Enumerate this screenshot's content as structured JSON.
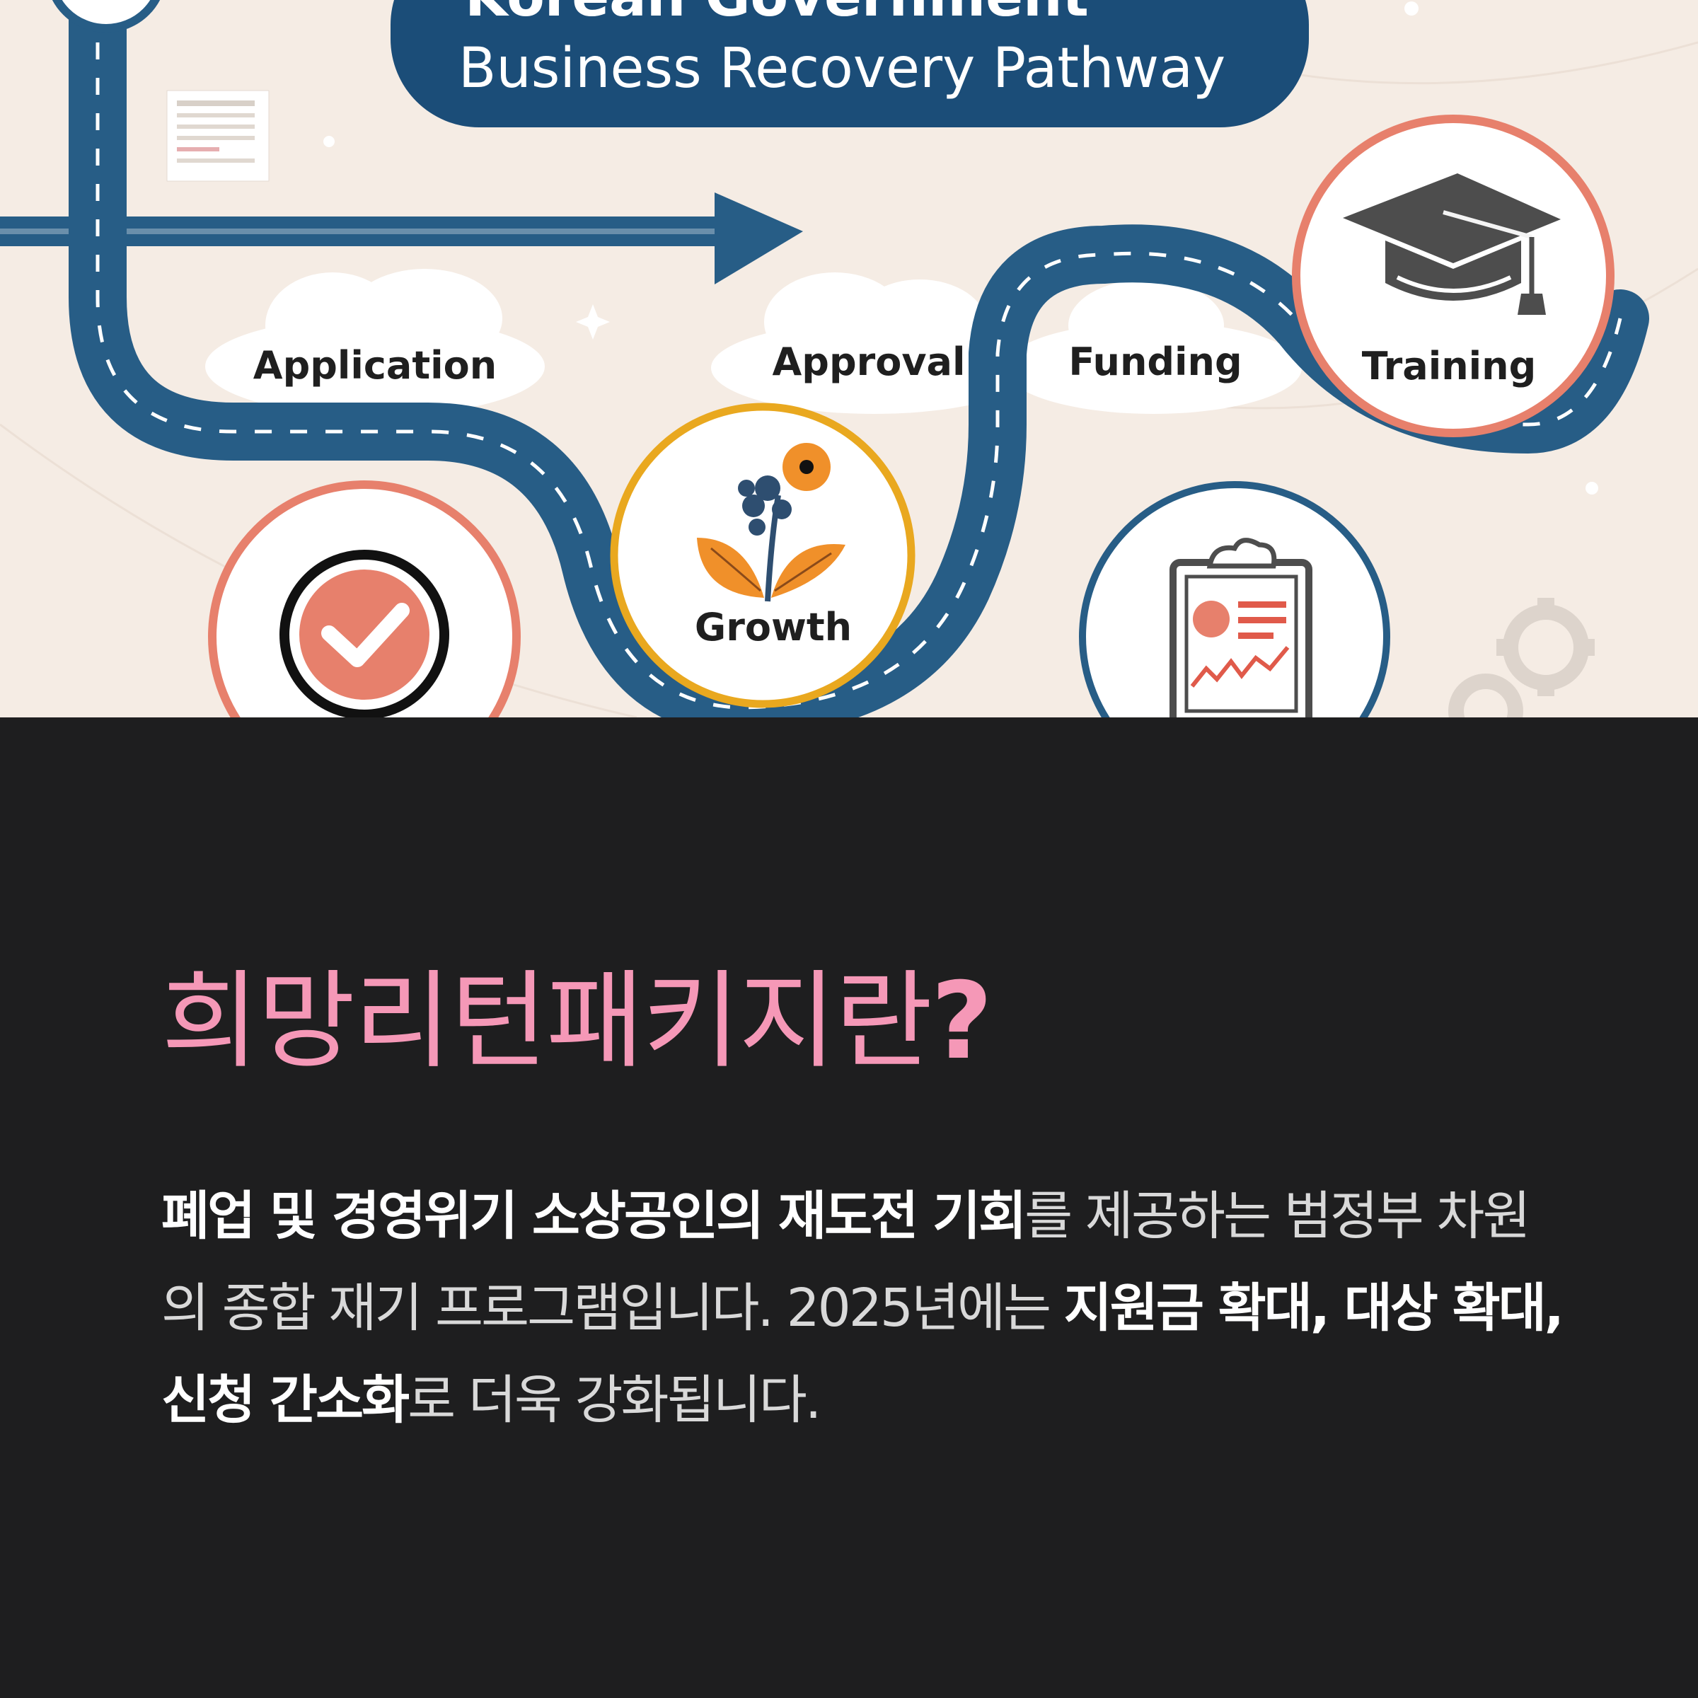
{
  "banner": {
    "title_line1": "Korean Government",
    "title_line2": "Business Recovery Pathway"
  },
  "steps": {
    "application": "Application",
    "approval": "Approval",
    "funding": "Funding",
    "training": "Training",
    "growth": "Growth"
  },
  "heading": {
    "text": "희망리턴패키지란",
    "mark": "?"
  },
  "description": {
    "p1": "폐업 및 경영위기 소상공인의 재도전 기회",
    "p2": "를 제공하는 범정부 차원의 종합 재기 프로그램입니다. 2025년에는 ",
    "p3": "지원금 확대, 대상 확대, 신청 간소화",
    "p4": "로 더욱 강화됩니다."
  },
  "colors": {
    "road": "#275d86",
    "accent_pink": "#f598b7",
    "salmon": "#e7806c",
    "gold": "#e9a81f",
    "background_dark": "#1e1e1f",
    "background_light": "#f5ece4"
  }
}
